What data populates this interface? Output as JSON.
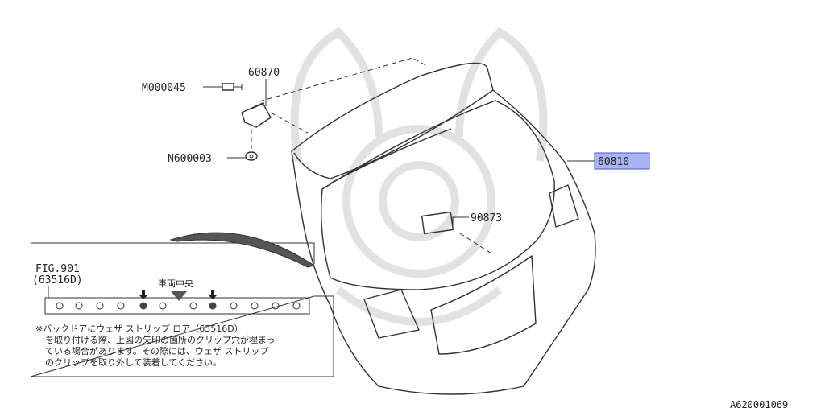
{
  "labels": {
    "bolt": "M000045",
    "hinge": "60870",
    "nut": "N600003",
    "back_door": "60810",
    "sticker": "90873"
  },
  "fig": {
    "ref": "FIG.901",
    "part": "(63516D)",
    "center_mark": "車両中央"
  },
  "note_lines": [
    "※バックドアにウェザ ストリップ ロア（63516D）",
    "を取り付ける際、上図の矢印の箇所のクリップ穴が埋まっ",
    "ている場合があります。その際には、ウェザ ストリップ",
    "のクリップを取り外して装着してください。"
  ],
  "image_id": "A620001069",
  "colors": {
    "highlight_fill": "#aab4f0",
    "highlight_stroke": "#4a5ad0",
    "line": "#333333"
  }
}
